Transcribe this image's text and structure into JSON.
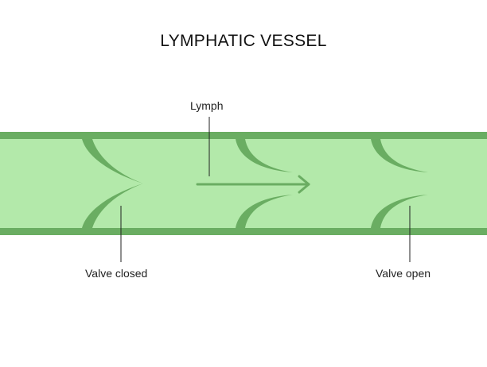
{
  "title": "LYMPHATIC VESSEL",
  "labels": {
    "lymph": "Lymph",
    "valve_closed": "Valve closed",
    "valve_open": "Valve open"
  },
  "colors": {
    "lumen": "#b3e9aa",
    "wall": "#6aad62",
    "leader_line": "#222222"
  }
}
